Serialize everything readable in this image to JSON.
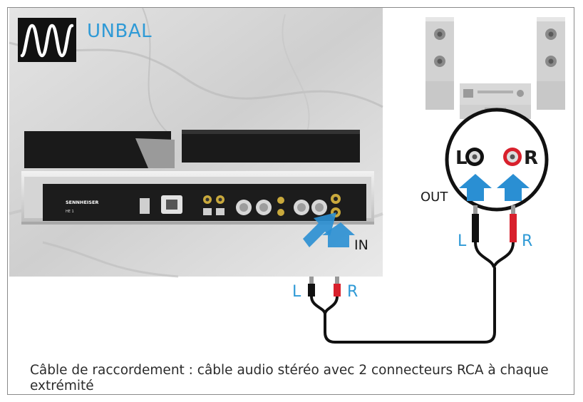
{
  "signal": {
    "mode_label": "UNBAL",
    "icon": "sine-wave-icon"
  },
  "device": {
    "brand": "SENNHEISER",
    "model": "HE 1"
  },
  "connections": {
    "in_label": "IN",
    "out_label": "OUT",
    "left_label": "L",
    "right_label": "R"
  },
  "jack_letters": {
    "left": "L",
    "right": "R"
  },
  "colors": {
    "accent_blue": "#2f9ad6",
    "arrow_blue": "#2a8fd3",
    "rca_red": "#d8202c",
    "cable": "#111111",
    "marble": "#d9d9d9"
  },
  "caption": "Câble de raccordement : câble audio stéréo avec 2 connecteurs RCA à chaque extrémité"
}
